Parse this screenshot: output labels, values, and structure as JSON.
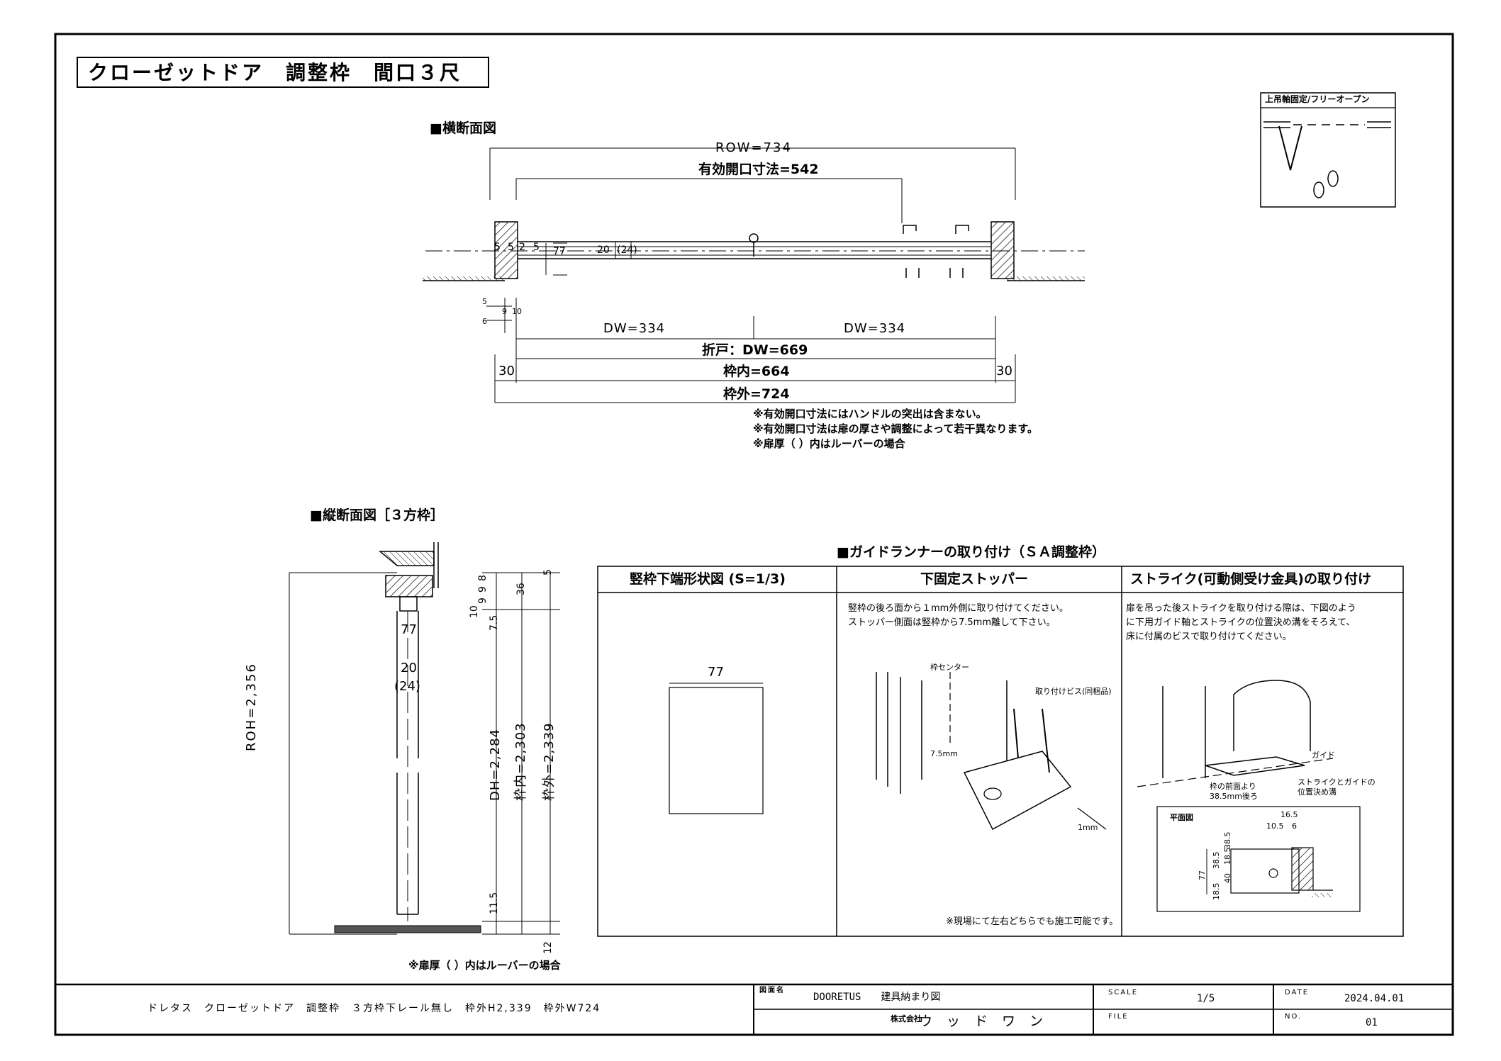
{
  "title": "クローゼットドア　調整枠　間口３尺",
  "legend_box": {
    "label": "上吊軸固定/フリーオープン"
  },
  "plan_section": {
    "heading": "■横断面図",
    "row": "ROW=734",
    "effective_opening": "有効開口寸法=542",
    "small_dims": [
      "5",
      "5",
      "2",
      "5",
      "77",
      "20",
      "(24)"
    ],
    "lower_small": [
      "5",
      "6",
      "9",
      "10"
    ],
    "dw_left": "DW=334",
    "dw_right": "DW=334",
    "folding_dw": "折戸：DW=669",
    "frame_side_left": "30",
    "frame_side_right": "30",
    "frame_inner": "枠内=664",
    "frame_outer": "枠外=724",
    "notes": [
      "※有効開口寸法にはハンドルの突出は含まない。",
      "※有効開口寸法は扉の厚さや調整によって若干異なります。",
      "※扉厚（ ）内はルーバーの場合"
    ]
  },
  "vertical_section": {
    "heading": "■縦断面図［３方枠］",
    "roh": "ROH=2,356",
    "dh": "DH=2,284",
    "frame_inner": "枠内=2,303",
    "frame_outer": "枠外=2,339",
    "top_dims": [
      "10",
      "9",
      "9",
      "8"
    ],
    "dim_36": "36",
    "dim_5": "5",
    "dim_7_5": "7.5",
    "dim_11_5": "11.5",
    "dim_12": "12",
    "door_77": "77",
    "door_20": "20",
    "door_24": "(24)",
    "note": "※扉厚（ ）内はルーバーの場合"
  },
  "guide_runner": {
    "heading": "■ガイドランナーの取り付け（ＳＡ調整枠）",
    "columns": [
      {
        "header": "竪枠下端形状図 (S=1/3)"
      },
      {
        "header": "下固定ストッパー"
      },
      {
        "header": "ストライク(可動側受け金具)の取り付け"
      }
    ],
    "col1_dim": "77",
    "col2_text": [
      "竪枠の後ろ面から１mm外側に取り付けてください。",
      "ストッパー側面は竪枠から7.5mm離して下さい。"
    ],
    "col2_labels": {
      "center": "枠センター",
      "screw": "取り付けビス(同梱品)",
      "dist": "7.5mm",
      "one": "1mm",
      "bottom_note": "※現場にて左右どちらでも施工可能です。"
    },
    "col3_text": [
      "扉を吊った後ストライクを取り付ける際は、下図のよう",
      "に下用ガイド軸とストライクの位置決め溝をそろえて、",
      "床に付属のビスで取り付けてください。"
    ],
    "col3_labels": {
      "guide": "ガイド",
      "groove1": "ストライクとガイドの",
      "groove2": "位置決め溝",
      "front1": "枠の前面より",
      "front2": "38.5mm後ろ",
      "plan": "平面図",
      "d16_5": "16.5",
      "d10_5": "10.5",
      "d6": "6",
      "d77": "77",
      "d38_5a": "38.5",
      "d40": "40",
      "d18_5": "18.5",
      "d38_5b": "38.5",
      "d18_5b": "18.5"
    }
  },
  "footer": {
    "description": "ドレタス　クローゼットドア　調整枠　３方枠下レール無し　枠外H2,339　枠外W724",
    "drawing_name_label": "図面名",
    "drawing_name": "DOORETUS　　建具納まり図",
    "company_prefix": "株式会社",
    "company": "ウッドワン",
    "scale_label": "SCALE",
    "scale": "1/5",
    "file_label": "FILE",
    "date_label": "DATE",
    "date": "2024.04.01",
    "no_label": "NO.",
    "no": "01"
  }
}
